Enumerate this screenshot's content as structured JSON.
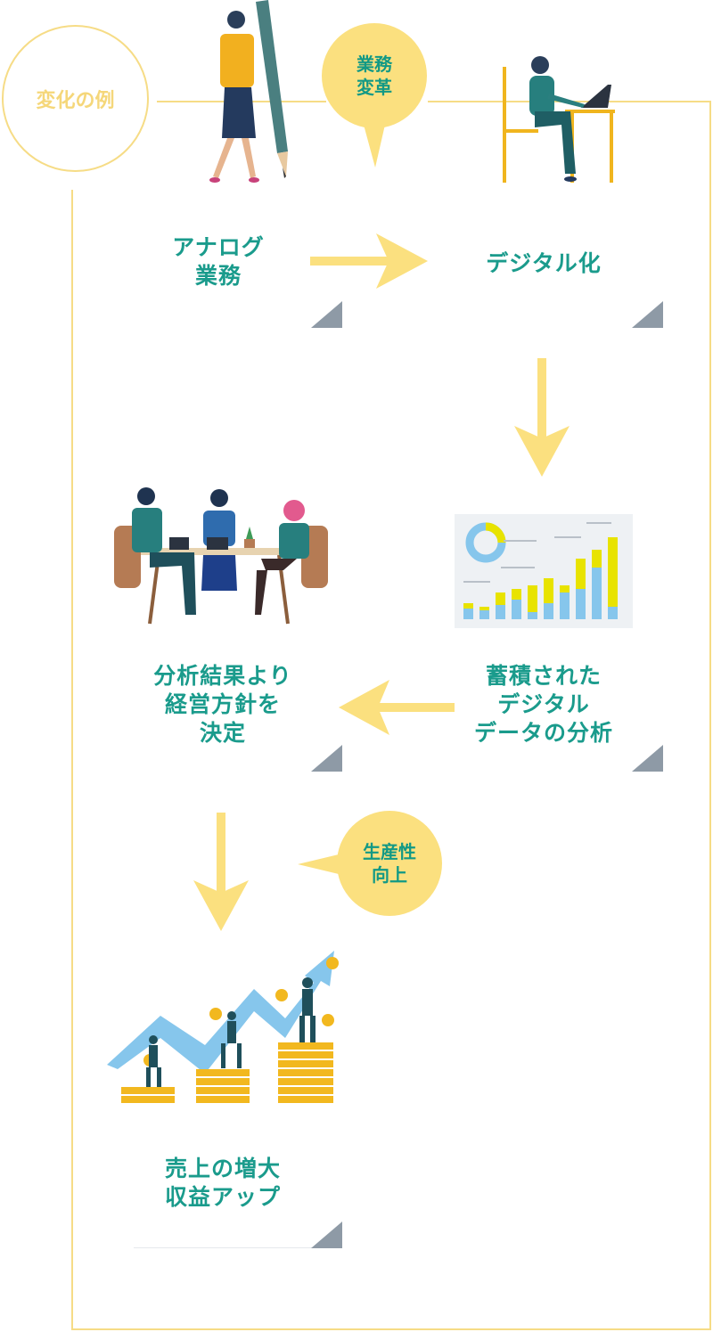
{
  "start_label": "変化の例",
  "bubble_top": "業務\n変革",
  "bubble_bottom": "生産性\n向上",
  "steps": {
    "analog": "アナログ\n業務",
    "digital": "デジタル化",
    "analysis": "蓄積された\nデジタル\nデータの分析",
    "decision": "分析結果より\n経営方針を\n決定",
    "result": "売上の増大\n収益アップ"
  },
  "colors": {
    "teal": "#1a9b8c",
    "yellow": "#fbe07f",
    "arrow": "#fbe07f",
    "corner": "#8e9aa6",
    "frame": "#f6dc86"
  }
}
